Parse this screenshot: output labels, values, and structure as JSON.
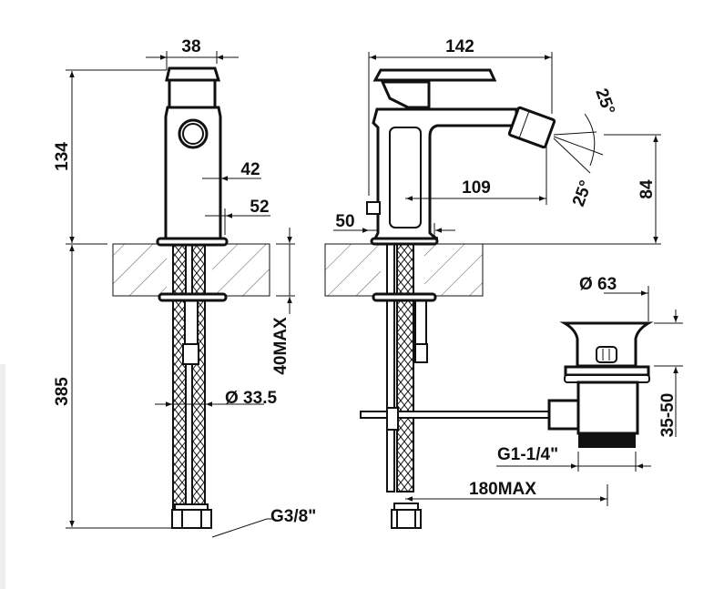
{
  "drawing": {
    "front_view": {
      "dim_width_top": "38",
      "dim_height": "134",
      "dim_body": "42",
      "dim_base": "52",
      "dim_deck_thickness": "40MAX",
      "dim_hole_diameter": "Ø 33.5",
      "dim_below_deck": "385",
      "connection_thread": "G3/8\""
    },
    "side_view": {
      "dim_total_length": "142",
      "dim_spout_reach": "109",
      "dim_outlet_height": "84",
      "dim_offset": "50",
      "angle_up": "25°",
      "angle_down": "25°"
    },
    "drain": {
      "dim_diameter": "Ø 63",
      "dim_height_range": "35-50",
      "thread": "G1-1/4\"",
      "dim_rod_max": "180MAX"
    }
  }
}
